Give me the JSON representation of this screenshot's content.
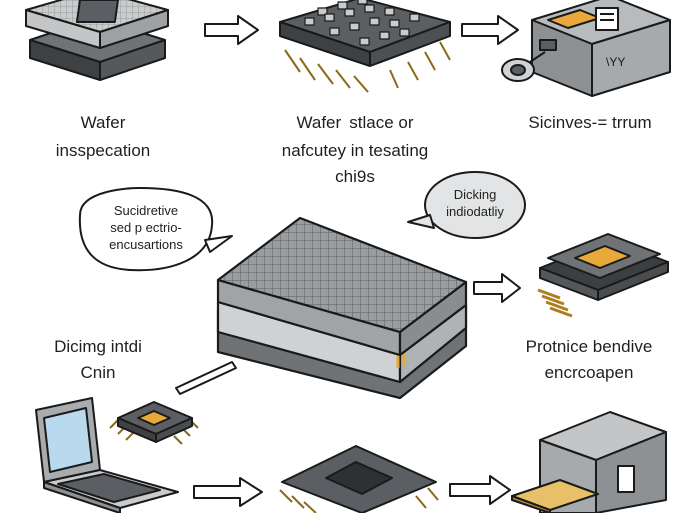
{
  "labels": {
    "wafer_inspection": [
      "Wafer",
      "insspecation"
    ],
    "wafer_stlace": [
      "Wafer  stlace or",
      "nafcutey in tesating",
      "chi9s"
    ],
    "sicinves": [
      "Sicinves-= trrum"
    ],
    "dicing_intdi": [
      "Dicimg intdi",
      "Cnin"
    ],
    "protnice": [
      "Protnice bendive",
      "encrcoapen"
    ]
  },
  "bubbles": {
    "left": [
      "Sucidretive",
      "sed p ectrio-",
      "encusartions"
    ],
    "right": [
      "Dicking",
      "indiodatliy"
    ]
  },
  "colors": {
    "outline": "#1a1a1a",
    "chip_gray": "#5b5f63",
    "gold": "#e9a93a",
    "wafer_gray": "#8d9093",
    "light_gray": "#d7d8d9"
  }
}
